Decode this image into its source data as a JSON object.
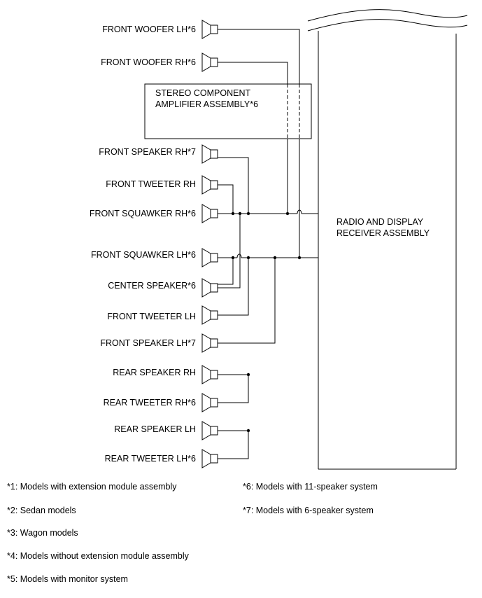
{
  "speakers": [
    {
      "id": "fwl",
      "label": "FRONT WOOFER LH*6"
    },
    {
      "id": "fwr",
      "label": "FRONT WOOFER RH*6"
    },
    {
      "id": "fsr7",
      "label": "FRONT SPEAKER RH*7"
    },
    {
      "id": "ftr",
      "label": "FRONT TWEETER RH"
    },
    {
      "id": "fsqr",
      "label": "FRONT SQUAWKER RH*6"
    },
    {
      "id": "fsql",
      "label": "FRONT SQUAWKER LH*6"
    },
    {
      "id": "ctr",
      "label": "CENTER SPEAKER*6"
    },
    {
      "id": "ftl",
      "label": "FRONT TWEETER LH"
    },
    {
      "id": "fsl7",
      "label": "FRONT SPEAKER LH*7"
    },
    {
      "id": "rsr",
      "label": "REAR SPEAKER RH"
    },
    {
      "id": "rtr",
      "label": "REAR TWEETER RH*6"
    },
    {
      "id": "rsl",
      "label": "REAR SPEAKER LH"
    },
    {
      "id": "rtl",
      "label": "REAR TWEETER LH*6"
    }
  ],
  "amplifier": {
    "line1": "STEREO COMPONENT",
    "line2": "AMPLIFIER ASSEMBLY*6"
  },
  "receiver": {
    "line1": "RADIO AND DISPLAY",
    "line2": "RECEIVER ASSEMBLY"
  },
  "notes": {
    "n1": "*1: Models with extension module assembly",
    "n2": "*2: Sedan models",
    "n3": "*3: Wagon models",
    "n4": "*4: Models without extension module assembly",
    "n5": "*5: Models with monitor system",
    "n6": "*6: Models with 11-speaker system",
    "n7": "*7: Models with 6-speaker system"
  }
}
